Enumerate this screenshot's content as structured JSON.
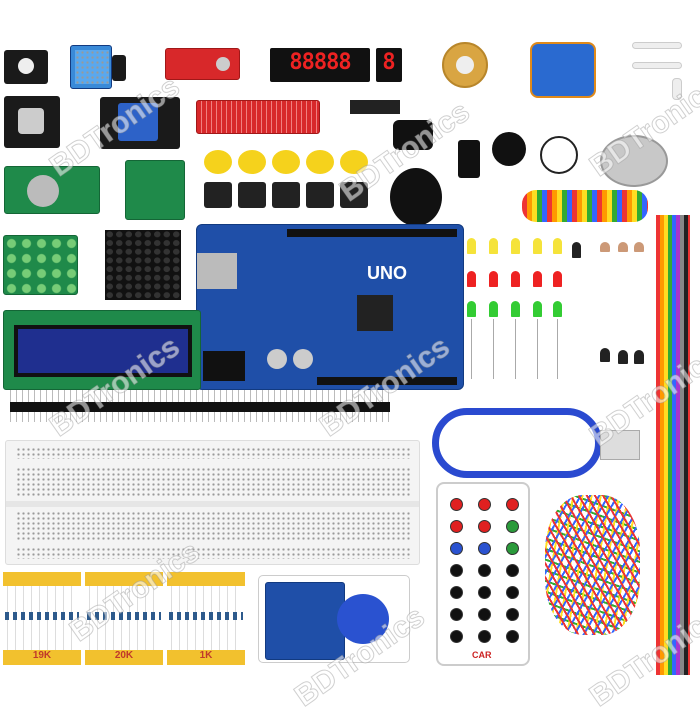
{
  "watermark": "BDTronics",
  "uno_board": {
    "label": "UNO"
  },
  "seven_segment": {
    "digits": "88888",
    "digit2": "8"
  },
  "resistor_labels": [
    "19K",
    "20K",
    "1K"
  ],
  "remote": {
    "brand": "CAR"
  },
  "colors": {
    "board_blue": "#1f4fa8",
    "pcb_green": "#1f8a4a",
    "tape_yellow": "#f2c12e",
    "remote_red": "#e02020"
  }
}
